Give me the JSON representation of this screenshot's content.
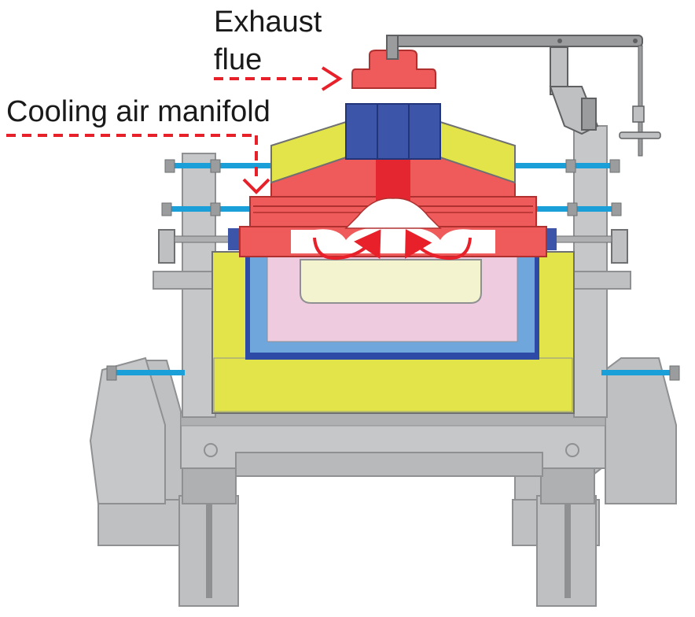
{
  "labels": {
    "exhaust_line1": "Exhaust",
    "exhaust_line2": "flue",
    "cooling_air": "Cooling air manifold"
  },
  "colors": {
    "steel": "#bfc0c2",
    "steel_dark": "#8e9092",
    "insulation_yellow": "#e3e34a",
    "lid_red": "#ef5a5a",
    "arrow_red": "#e8202a",
    "flue_blue": "#3d55a8",
    "rod_blue": "#1a9fd8",
    "mold_pink": "#efcbe0",
    "glass_cream": "#f3f3d0",
    "liner_blue": "#6fa6dc"
  }
}
